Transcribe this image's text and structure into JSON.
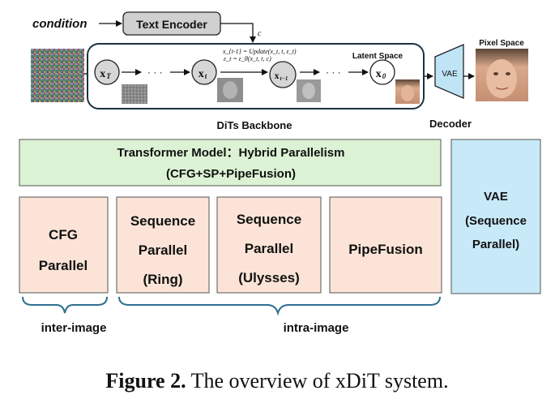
{
  "pipeline": {
    "condition_label": "condition",
    "text_encoder_label": "Text Encoder",
    "c_label": "c",
    "update_eq": "x_{t-1} = Update(x_t, t, ε_t)",
    "eps_eq": "ε_t = ε_θ(x_t, t, c)",
    "latent_space_label": "Latent Space",
    "backbone_label": "DiTs Backbone",
    "vae_box_label": "VAE",
    "decoder_label": "Decoder",
    "pixel_space_label": "Pixel Space",
    "nodes": [
      {
        "main": "x",
        "sub": "T"
      },
      {
        "main": "x",
        "sub": "t"
      },
      {
        "main": "x",
        "sub": "t−1"
      },
      {
        "main": "x",
        "sub": "0"
      }
    ],
    "ellipsis": "· · ·"
  },
  "parallel": {
    "transformer_line1": "Transformer Model：Hybrid Parallelism",
    "transformer_line2": "(CFG+SP+PipeFusion)",
    "cfg_line1": "CFG",
    "cfg_line2": "Parallel",
    "ring_line1": "Sequence",
    "ring_line2": "Parallel",
    "ring_line3": "(Ring)",
    "ulysses_line1": "Sequence",
    "ulysses_line2": "Parallel",
    "ulysses_line3": "(Ulysses)",
    "pipefusion_label": "PipeFusion",
    "vae_line1": "VAE",
    "vae_line2": "(Sequence",
    "vae_line3": "Parallel)",
    "inter_label": "inter-image",
    "intra_label": "intra-image"
  },
  "caption": {
    "figure_label": "Figure 2.",
    "text": "The overview of xDiT system."
  },
  "colors": {
    "green_fill": "#dcf2d4",
    "peach_fill": "#fbe4d7",
    "blue_fill": "#c8e9f8",
    "vae_fill": "#bfe4f6",
    "encoder_fill": "#d0d0d0",
    "bracket": "#2f6f8f"
  }
}
